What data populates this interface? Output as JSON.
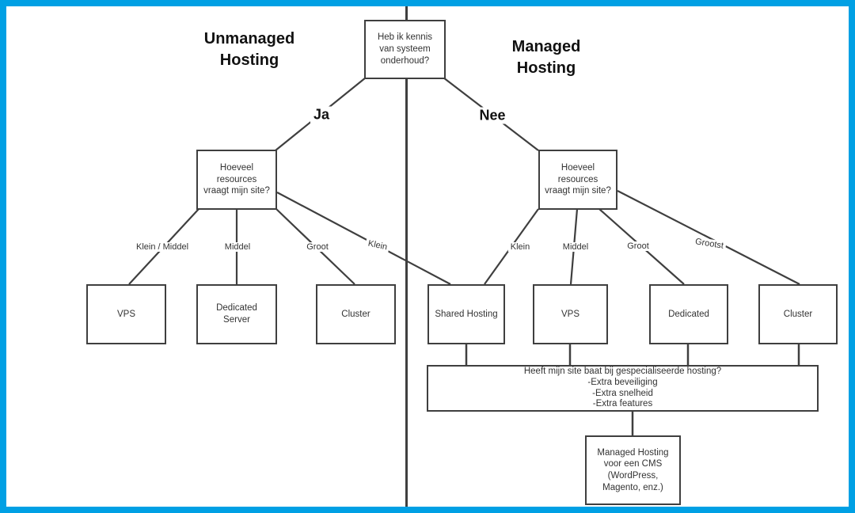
{
  "titles": {
    "unmanaged": "Unmanaged\nHosting",
    "managed": "Managed\nHosting"
  },
  "decisions": {
    "ja": "Ja",
    "nee": "Nee"
  },
  "nodes": {
    "root": "Heb ik kennis\nvan systeem\nonderhoud?",
    "left_resources": "Hoeveel\nresources\nvraagt mijn site?",
    "right_resources": "Hoeveel\nresources\nvraagt mijn site?",
    "left_vps": "VPS",
    "left_dedicated": "Dedicated\nServer",
    "left_cluster": "Cluster",
    "shared_hosting": "Shared Hosting",
    "right_vps": "VPS",
    "right_dedicated": "Dedicated",
    "right_cluster": "Cluster",
    "specialized": "Heeft mijn site baat bij gespecialiseerde hosting?\n-Extra beveiliging\n-Extra snelheid\n-Extra features",
    "cms": "Managed Hosting\nvoor een CMS\n(WordPress,\nMagento, enz.)"
  },
  "edge_labels": {
    "left_klein_middel": "Klein / Middel",
    "left_middel": "Middel",
    "left_groot": "Groot",
    "left_klein_cross": "Klein",
    "right_klein": "Klein",
    "right_middel": "Middel",
    "right_groot": "Groot",
    "right_grootst": "Grootst"
  },
  "colors": {
    "frame": "#00A0E4",
    "line": "#3F3F3F",
    "text": "#333333"
  }
}
